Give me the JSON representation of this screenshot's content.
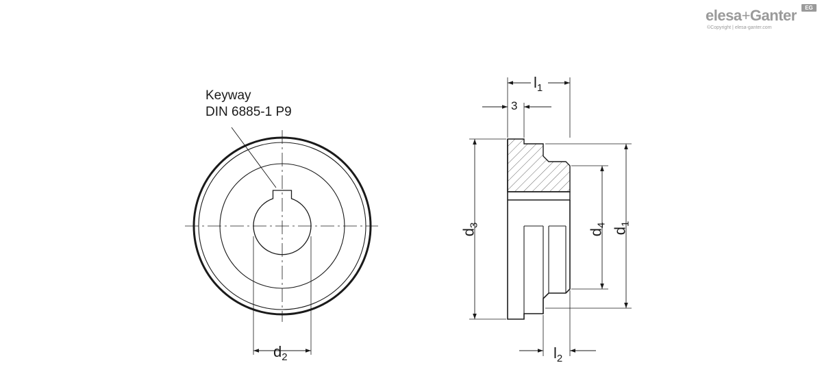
{
  "brand": {
    "name_bold": "elesa",
    "name_plus": "+",
    "name_light": "Ganter",
    "badge": "EG",
    "copyright": "©Copyright | elesa-ganter.com"
  },
  "callout": {
    "line1": "Keyway",
    "line2": "DIN 6885-1 P9"
  },
  "dimensions": {
    "d1": {
      "base": "d",
      "sub": "1"
    },
    "d2": {
      "base": "d",
      "sub": "2"
    },
    "d3": {
      "base": "d",
      "sub": "3"
    },
    "d4": {
      "base": "d",
      "sub": "4"
    },
    "l1": {
      "base": "l",
      "sub": "1"
    },
    "l2": {
      "base": "l",
      "sub": "2"
    },
    "three": "3"
  },
  "colors": {
    "line": "#1a1a1a",
    "hatch": "#555555",
    "logo": "#9a9a9a"
  }
}
